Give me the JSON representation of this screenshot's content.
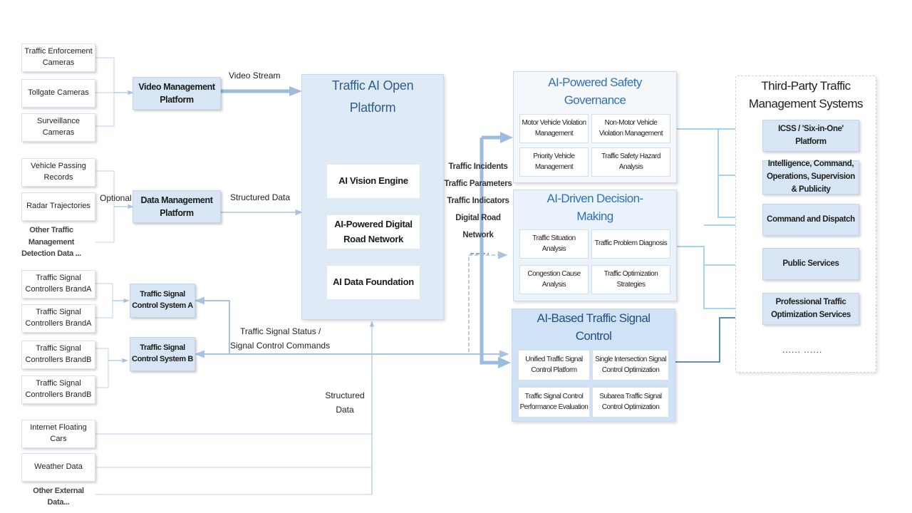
{
  "sources": {
    "enforcement_cameras": "Traffic Enforcement Cameras",
    "tollgate_cameras": "Tollgate Cameras",
    "surveillance_cameras": "Surveillance Cameras",
    "vehicle_passing": "Vehicle Passing Records",
    "radar": "Radar Trajectories",
    "other_detection": "Other Traffic Management Detection Data ...",
    "signal_a1": "Traffic Signal Controllers BrandA",
    "signal_a2": "Traffic Signal Controllers BrandA",
    "signal_b1": "Traffic Signal Controllers BrandB",
    "signal_b2": "Traffic Signal Controllers BrandB",
    "floating_cars": "Internet Floating Cars",
    "weather": "Weather Data",
    "other_external": "Other External Data..."
  },
  "platforms": {
    "video": "Video Management Platform",
    "data": "Data Management Platform",
    "signal_a": "Traffic Signal Control System A",
    "signal_b": "Traffic Signal Control System B"
  },
  "labels": {
    "video_stream": "Video Stream",
    "optional": "Optional",
    "structured_data": "Structured Data",
    "signal_status": "Traffic Signal Status /",
    "signal_commands": "Signal Control Commands",
    "structured_data_2": "Structured Data",
    "feeds": "Traffic Incidents Traffic Parameters Traffic Indicators Digital Road Network"
  },
  "core": {
    "title": "Traffic AI Open Platform",
    "vision": "AI Vision Engine",
    "road_network": "AI-Powered Digital Road Network",
    "foundation": "AI Data Foundation"
  },
  "safety": {
    "title": "AI-Powered Safety Governance",
    "items": [
      "Motor Vehicle Violation Management",
      "Non-Motor Vehicle Violation Management",
      "Priority Vehicle Management",
      "Traffic Safety Hazard Analysis"
    ]
  },
  "decision": {
    "title": "AI-Driven Decision-Making",
    "items": [
      "Traffic Situation Analysis",
      "Traffic Problem Diagnosis",
      "Congestion Cause Analysis",
      "Traffic Optimization Strategies"
    ]
  },
  "signal": {
    "title": "AI-Based Traffic Signal Control",
    "items": [
      "Unified Traffic Signal Control Platform",
      "Single Intersection Signal Control Optimization",
      "Traffic Signal Control Performance Evaluation",
      "Subarea Traffic Signal Control Optimization"
    ]
  },
  "third_party": {
    "title": "Third-Party Traffic Management Systems",
    "items": [
      "ICSS / 'Six-in-One' Platform",
      "Intelligence, Command, Operations, Supervision & Publicity",
      "Command and Dispatch",
      "Public Services",
      "Professional Traffic Optimization Services"
    ],
    "more": "...... ......"
  },
  "colors": {
    "light_line": "#c9dcef",
    "mid_line": "#a8c3e2",
    "heavy_arrow": "#9dbbe0",
    "dark_arrow": "#5b8cc7",
    "sky_arrow": "#a5d3f5",
    "title_blue": "#2e71b8"
  }
}
